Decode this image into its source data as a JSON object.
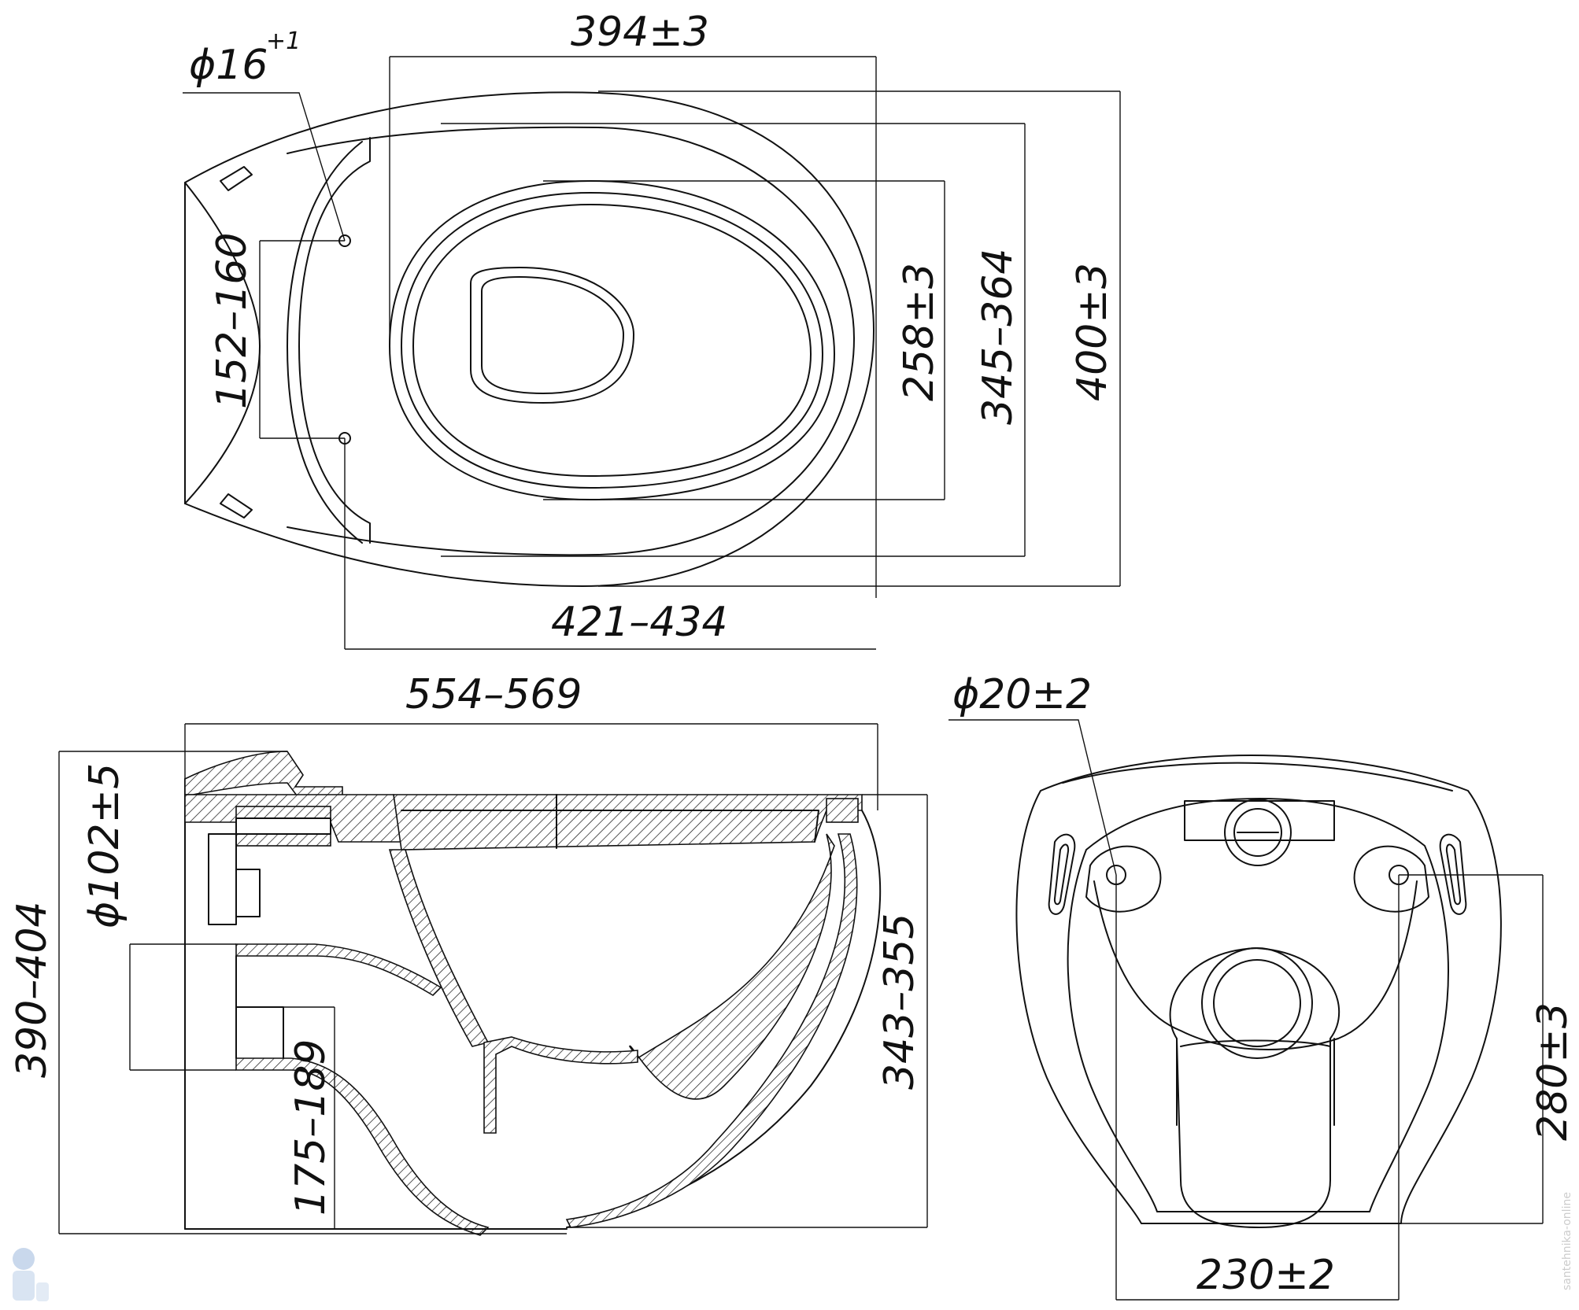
{
  "views": {
    "top": {
      "hole_diameter": "ϕ16",
      "hole_tolerance": "+1",
      "overall_width": "394±3",
      "hole_spacing": "152–160",
      "bowl_inner_length": "258±3",
      "seat_length": "345–364",
      "overall_length": "400±3",
      "mount_to_front": "421–434"
    },
    "side": {
      "overall_depth": "554–569",
      "total_height": "390–404",
      "outlet_diameter": "ϕ102±5",
      "outlet_height": "175–189",
      "rim_height": "343–355"
    },
    "back": {
      "mount_hole_diameter": "ϕ20±2",
      "mount_height": "280±3",
      "mount_spacing": "230±2"
    }
  },
  "watermark": "santehnika-online",
  "colors": {
    "line": "#111111",
    "background": "#ffffff"
  }
}
